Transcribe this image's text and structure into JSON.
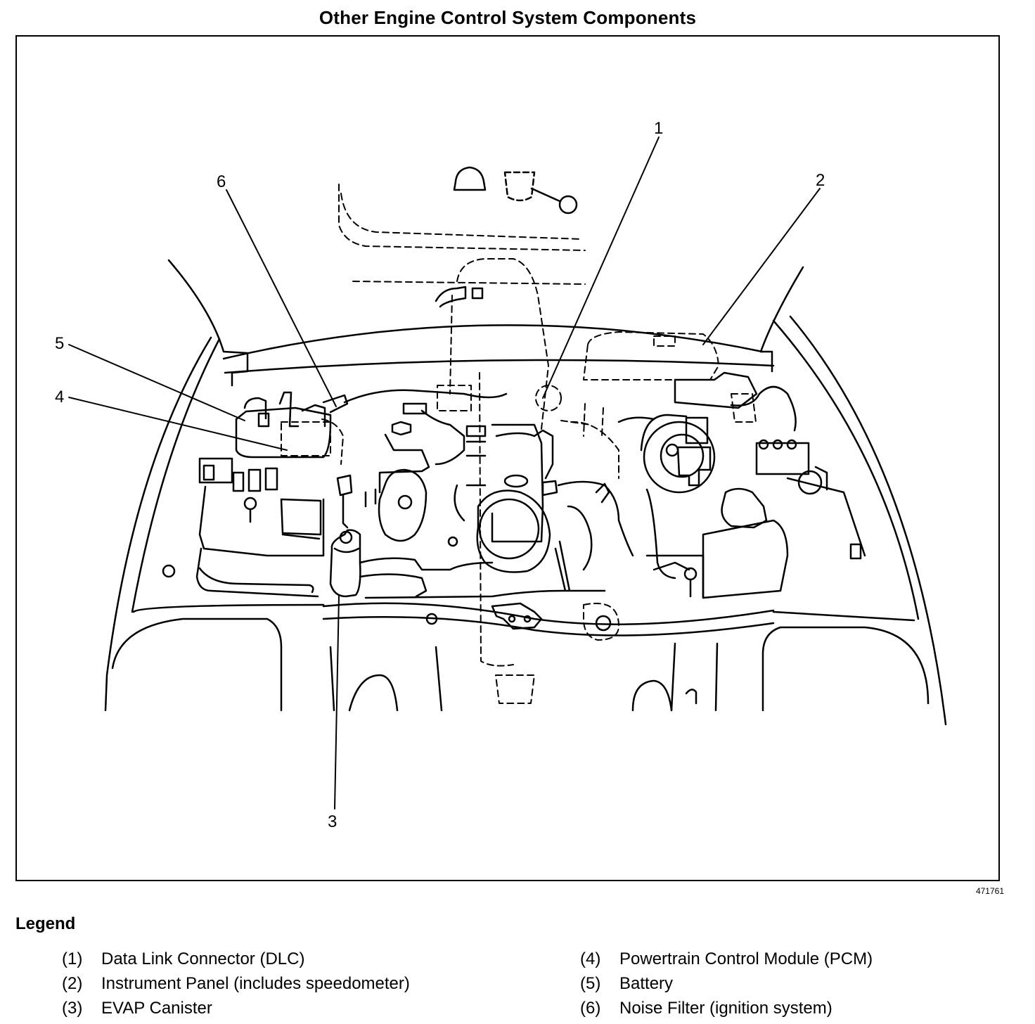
{
  "title": "Other Engine Control System Components",
  "figure_id": "471761",
  "callouts": {
    "c1": "1",
    "c2": "2",
    "c3": "3",
    "c4": "4",
    "c5": "5",
    "c6": "6"
  },
  "legend": {
    "title": "Legend",
    "items": [
      {
        "num": "(1)",
        "text": "Data Link Connector (DLC)"
      },
      {
        "num": "(2)",
        "text": "Instrument Panel (includes speedometer)"
      },
      {
        "num": "(3)",
        "text": "EVAP Canister"
      },
      {
        "num": "(4)",
        "text": "Powertrain Control Module (PCM)"
      },
      {
        "num": "(5)",
        "text": "Battery"
      },
      {
        "num": "(6)",
        "text": "Noise Filter (ignition system)"
      }
    ]
  }
}
